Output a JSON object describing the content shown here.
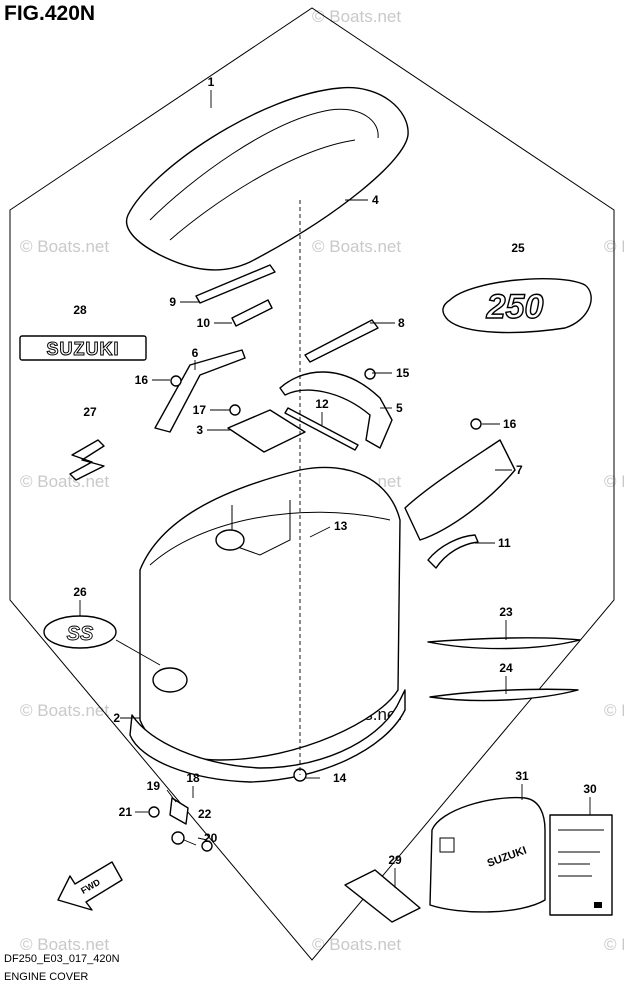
{
  "figure_title": "FIG.420N",
  "footer": {
    "code": "DF250_E03_017_420N",
    "caption": "ENGINE COVER"
  },
  "watermarks": {
    "light": "© Boats.net",
    "center": "© Boats.net"
  },
  "decals": {
    "brand": "SUZUKI",
    "model": "250",
    "emblem": "SS",
    "cover_brand": "SUZUKI",
    "fwd": "FWD"
  },
  "callouts": [
    "1",
    "2",
    "3",
    "4",
    "5",
    "6",
    "7",
    "8",
    "9",
    "10",
    "11",
    "12",
    "13",
    "14",
    "15",
    "16",
    "16",
    "17",
    "18",
    "19",
    "20",
    "21",
    "22",
    "23",
    "24",
    "25",
    "26",
    "27",
    "28",
    "29",
    "30",
    "31"
  ],
  "colors": {
    "line": "#000000",
    "watermark": "#c9c9c9"
  }
}
